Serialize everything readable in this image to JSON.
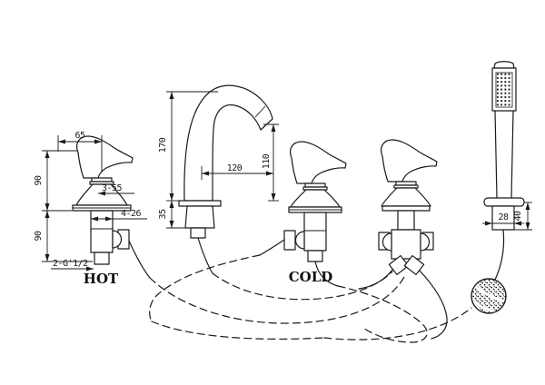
{
  "drawing": {
    "background": "#ffffff",
    "ink": "#1a1a1a",
    "labels": {
      "hot": "HOT",
      "cold": "COLD"
    },
    "dims": {
      "hot_lever_width": "65",
      "hot_upper_height": "90",
      "hot_lower_height": "90",
      "hot_escutcheon": "3-55",
      "hot_body": "4-26",
      "hot_thread": "2-G'1/2",
      "spout_height": "170",
      "spout_reach": "120",
      "spout_outlet_height": "110",
      "spout_base_height": "35",
      "holder_width": "28",
      "holder_depth": "40"
    }
  }
}
